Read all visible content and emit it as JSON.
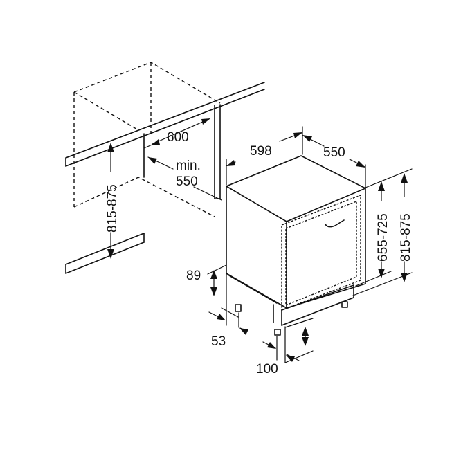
{
  "dimensions": {
    "niche_depth": "600",
    "min_label": "min.",
    "min_depth": "550",
    "niche_height": "815-875",
    "appliance_width": "598",
    "appliance_depth": "550",
    "appliance_height": "815-875",
    "door_height": "655-725",
    "kick_height": "89",
    "kick_offset": "53",
    "foot_offset": "100"
  },
  "colors": {
    "line": "#111111",
    "background": "#ffffff"
  }
}
